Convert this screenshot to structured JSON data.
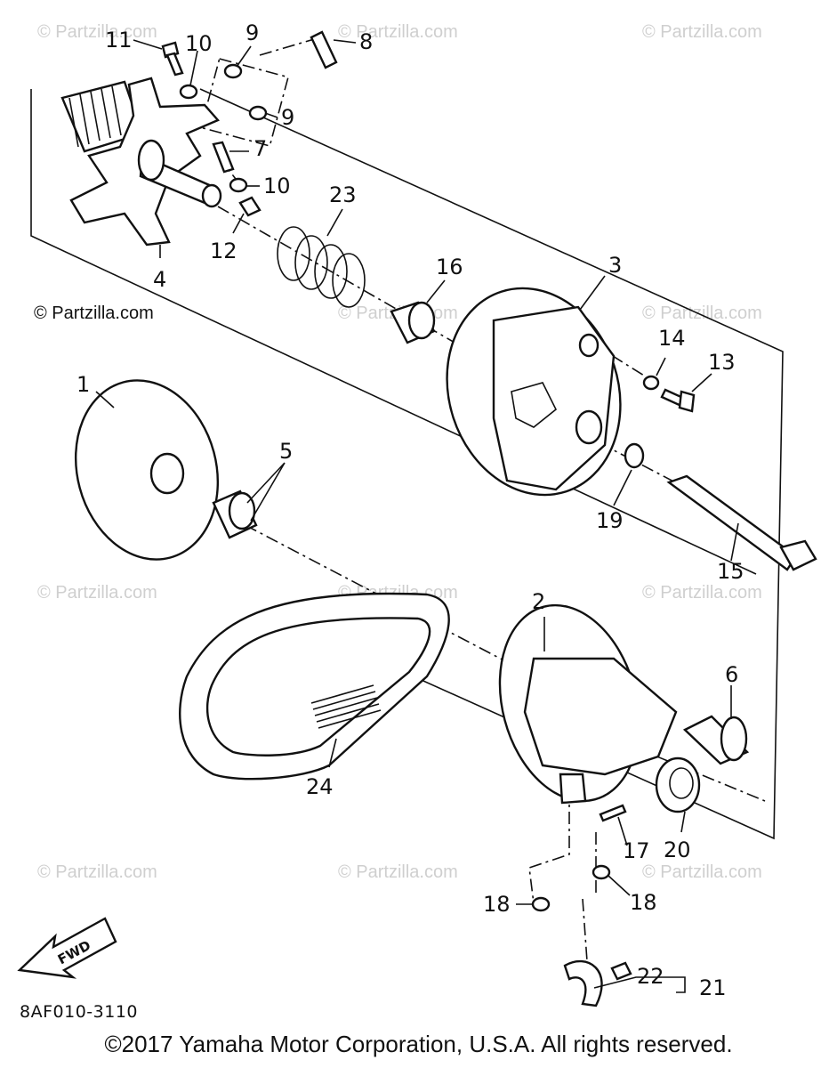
{
  "watermark": "© Partzilla.com",
  "callouts": [
    "1",
    "2",
    "3",
    "4",
    "5",
    "6",
    "7",
    "8",
    "9",
    "9",
    "10",
    "10",
    "11",
    "12",
    "13",
    "14",
    "15",
    "16",
    "17",
    "18",
    "18",
    "19",
    "20",
    "21",
    "22",
    "23",
    "24"
  ],
  "direction_label": "FWD",
  "diagram_code": "8AF010-3110",
  "copyright": "©2017  Yamaha Motor Corporation, U.S.A. All rights reserved.",
  "colors": {
    "line": "#111111",
    "watermark": "#cfcfcf",
    "background": "#ffffff"
  }
}
